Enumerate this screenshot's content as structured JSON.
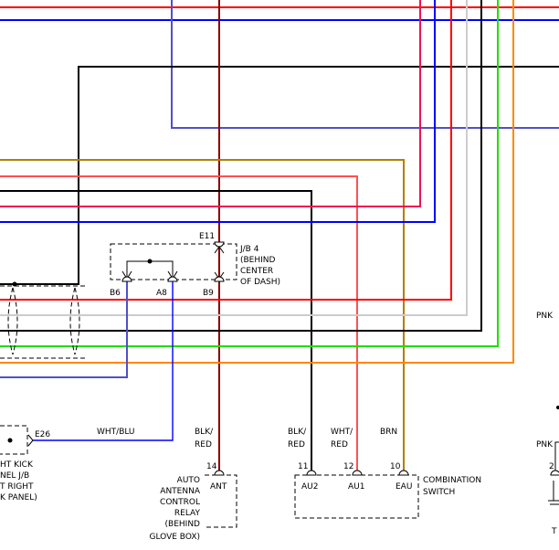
{
  "wire_colors": {
    "red": "#ff0000",
    "pink": "#ee1155",
    "blue": "#0000ff",
    "black": "#000000",
    "purple": "#5050c8",
    "gray": "#cccccc",
    "green": "#22dd00",
    "orange": "#ff8800",
    "brown": "#b08000",
    "dark_red": "#880000",
    "light_red": "#ff5050",
    "olive": "#a08800"
  },
  "junction_block": {
    "connector": "E11",
    "name": "J/B 4",
    "location_lines": [
      "(BEHIND",
      "CENTER",
      "OF DASH)"
    ],
    "pins": [
      "B6",
      "A8",
      "B9"
    ]
  },
  "left_connector": {
    "id": "E26",
    "label_lines": [
      "HT KICK",
      "NEL J/B",
      "T RIGHT",
      "K PANEL)"
    ]
  },
  "wire_labels": {
    "wht_blu": "WHT/BLU",
    "blk_red_1": [
      "BLK/",
      "RED"
    ],
    "blk_red_2": [
      "BLK/",
      "RED"
    ],
    "wht_red": [
      "WHT/",
      "RED"
    ],
    "brn": "BRN",
    "pnk_1": "PNK",
    "pnk_2": "PNK"
  },
  "antenna_relay": {
    "pin": "14",
    "terminal": "ANT",
    "label_lines": [
      "AUTO",
      "ANTENNA",
      "CONTROL",
      "RELAY",
      "(BEHIND",
      "GLOVE BOX)"
    ]
  },
  "combination_switch": {
    "pins": [
      "11",
      "12",
      "10"
    ],
    "terminals": [
      "AU2",
      "AU1",
      "EAU"
    ],
    "label_lines": [
      "COMBINATION",
      "SWITCH"
    ]
  },
  "right_edge": {
    "pin": "2",
    "fragment": "T"
  }
}
